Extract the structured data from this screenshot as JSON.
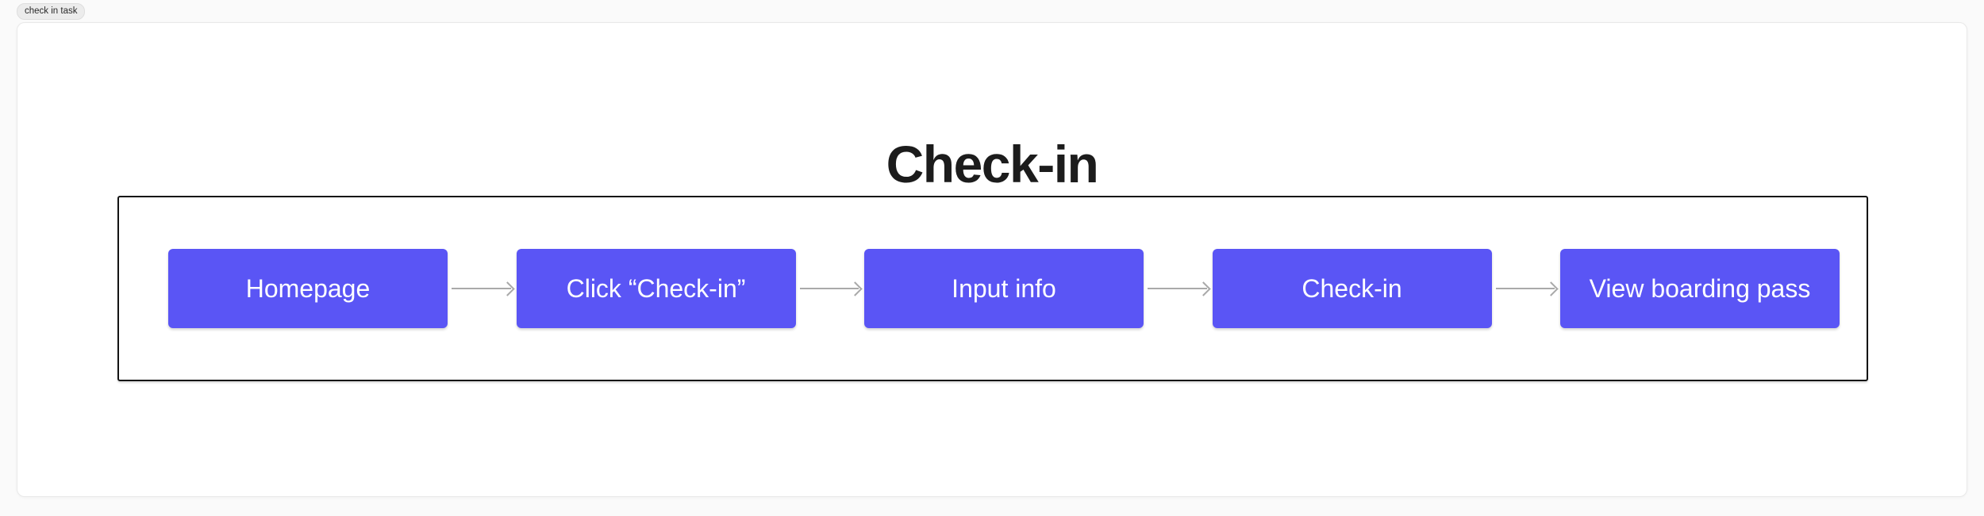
{
  "tag": {
    "label": "check in task"
  },
  "diagram": {
    "title": "Check-in",
    "steps": [
      {
        "label": "Homepage"
      },
      {
        "label": "Click “Check-in”"
      },
      {
        "label": "Input info"
      },
      {
        "label": "Check-in"
      },
      {
        "label": "View boarding pass"
      }
    ],
    "colors": {
      "node_fill": "#5a55f5",
      "node_text": "#ffffff",
      "arrow": "#a9a9a9",
      "frame_border": "#141414",
      "title_text": "#1c1c1c",
      "panel_background": "#ffffff",
      "page_background": "#fafafa",
      "tag_background": "#ececec"
    }
  }
}
